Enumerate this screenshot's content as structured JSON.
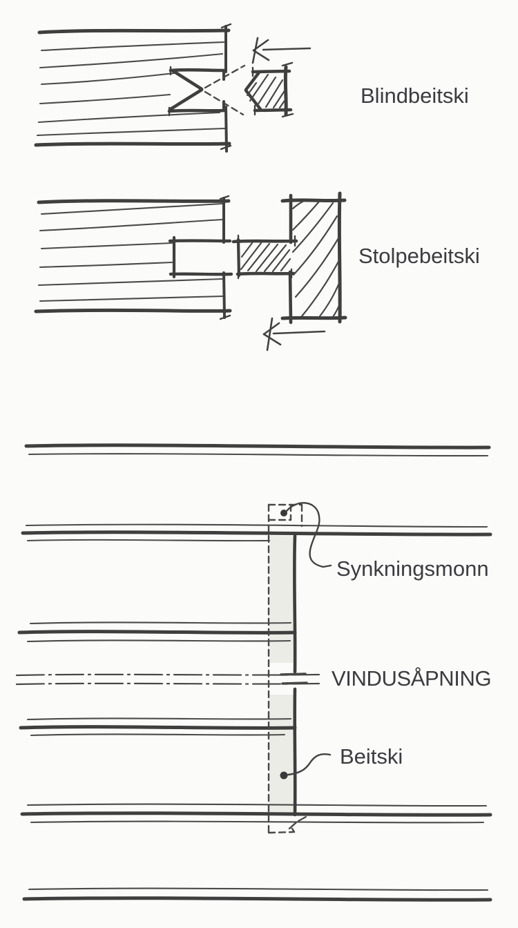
{
  "document": {
    "kind": "hand-drawn timber joinery diagram",
    "language": "Norwegian"
  },
  "colors": {
    "paper": "#fbfbf9",
    "ink": "#3f3f3f",
    "label_text": "#3b3b41",
    "batten_fill": "#ebece6"
  },
  "top_figures": [
    {
      "id": "blindbeitski",
      "label": "Blindbeitski"
    },
    {
      "id": "stolpebeitski",
      "label": "Stolpebeitski"
    }
  ],
  "wall_section": {
    "labels": {
      "settling_allowance": "Synkningsmonn",
      "window_opening": "VINDUSÅPNING",
      "batten": "Beitski"
    }
  },
  "icons": {
    "view_direction_arrow": "hand-drawn open arrowhead with slash, pointing left"
  }
}
